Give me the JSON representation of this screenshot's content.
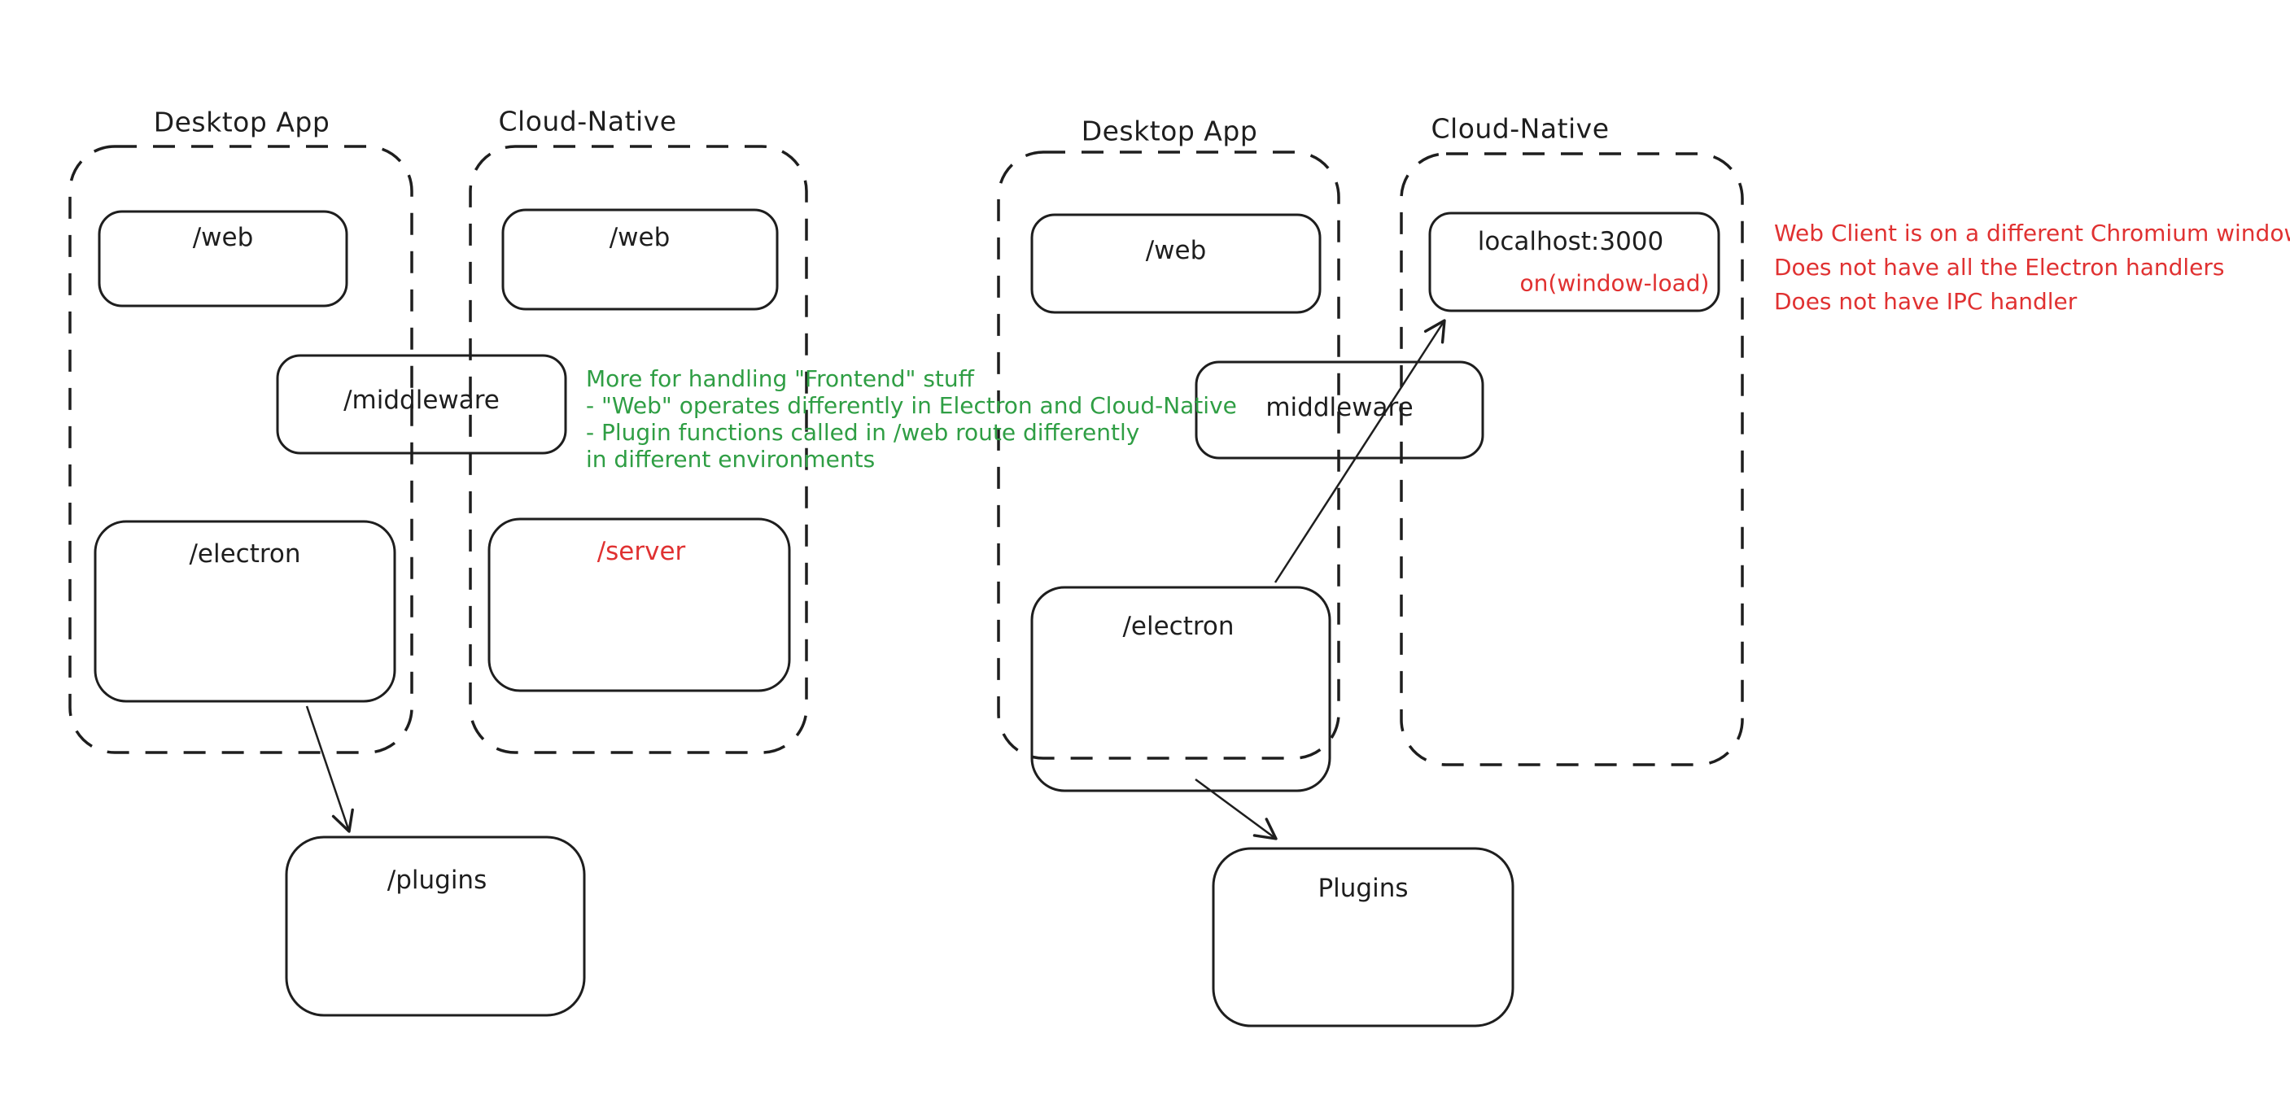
{
  "colors": {
    "stroke": "#1e1e1e",
    "green": "#2f9e44",
    "red": "#e03131",
    "background": "#ffffff"
  },
  "left_diagram": {
    "desktop_app": {
      "title": "Desktop App",
      "web_label": "/web",
      "electron_label": "/electron"
    },
    "cloud_native": {
      "title": "Cloud-Native",
      "web_label": "/web",
      "server_label": "/server"
    },
    "middleware_label": "/middleware",
    "plugins_label": "/plugins",
    "green_note": {
      "lines": [
        "More for handling \"Frontend\" stuff",
        "- \"Web\" operates differently in Electron and Cloud-Native",
        "- Plugin functions called in /web route differently",
        "in different environments"
      ]
    }
  },
  "right_diagram": {
    "desktop_app": {
      "title": "Desktop App",
      "web_label": "/web",
      "electron_label": "/electron"
    },
    "cloud_native": {
      "title": "Cloud-Native",
      "localhost_label": "localhost:3000",
      "on_window_load_label": "on(window-load)"
    },
    "middleware_label": "middleware",
    "plugins_label": "Plugins",
    "red_note": {
      "lines": [
        "Web Client is on a different Chromium window",
        "Does not have all the Electron handlers",
        "Does not have IPC handler"
      ]
    }
  }
}
